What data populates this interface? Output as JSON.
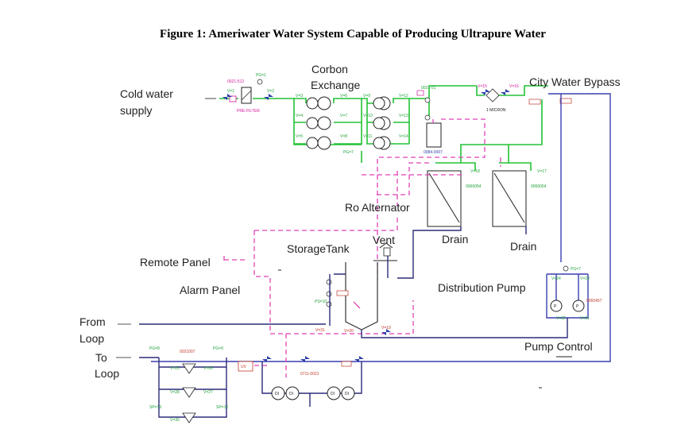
{
  "figure": {
    "title": "Figure 1: Ameriwater Water System Capable of Producing Ultrapure Water"
  },
  "labels": {
    "cold_water_supply": [
      "Cold water",
      "supply"
    ],
    "carbon_exchange": [
      "Corbon",
      "Exchange"
    ],
    "city_water_bypass": "City Water Bypass",
    "ro_alternator": "Ro Alternator",
    "drain_left": "Drain",
    "drain_right": "Drain",
    "vent": "Vent",
    "storage_tank": "StorageTank",
    "remote_panel": "Remote Panel",
    "alarm_panel": "Alarm Panel",
    "distribution_pump": "Distribution Pump",
    "from_loop": [
      "From",
      "Loop"
    ],
    "to_loop": [
      "To",
      "Loop"
    ],
    "pump_control": "Pump Control"
  },
  "tags": {
    "prefilter_id": "0021-512",
    "prefilter": "PRE-FILTER",
    "v1": "V=1",
    "v2": "V=2",
    "pg1": "PG=1",
    "v3": "V=3",
    "v4": "V=4",
    "v5": "V=5",
    "v6": "V=6",
    "v7": "V=7",
    "v8": "V=8",
    "v9": "V=9",
    "v10": "V=10",
    "v11": "V=11",
    "v12": "V=12",
    "v13": "V=13",
    "v14": "V=14",
    "pg7": "PG=7",
    "v15": "V=15",
    "v16": "V=16",
    "micron": "1 MICRON",
    "cartridge_id": "0021-01",
    "uv_id": "0084-0007",
    "v17": "V=17",
    "v18": "V=18",
    "ro_left_id": "0066054",
    "ro_right_id": "0066054",
    "ps10": "PS=10",
    "v31": "V=31",
    "v20": "V=20",
    "v19": "V=19",
    "pg7b": "PG=7",
    "v24": "V=24",
    "v23": "V=23",
    "v22": "V=22",
    "v21": "V=21",
    "pump_id": "0060457",
    "pg8": "PG=8",
    "pg9": "PG=9",
    "loop_id": "0021007",
    "v25": "V=25",
    "v26": "V=26",
    "v28": "V=28",
    "v27": "V=27",
    "v30": "V=30",
    "sp13": "SP=13",
    "sp12": "SP=12",
    "di_id": "0711-0021",
    "uv_box": "UV",
    "di": "DI"
  }
}
